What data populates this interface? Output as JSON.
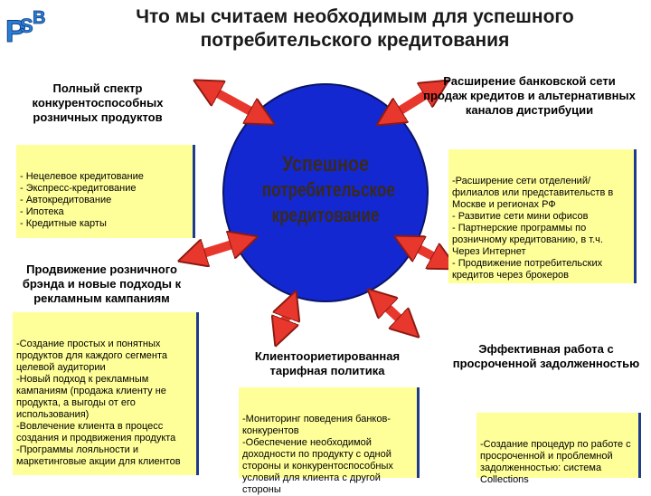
{
  "logo": {
    "text": "PSB"
  },
  "title": "Что мы считаем необходимым для успешного потребительского кредитования",
  "center": {
    "line1": "Успешное",
    "line2": "потребительское",
    "line3": "кредитование"
  },
  "blocks": {
    "products": {
      "heading": "Полный спектр конкурентоспособных розничных продуктов",
      "items": "- Нецелевое кредитование\n- Экспресс-кредитование\n- Автокредитование\n- Ипотека\n- Кредитные карты"
    },
    "network": {
      "heading": "Расширение банковской сети продаж кредитов и альтернативных каналов дистрибуции",
      "items": "-Расширение сети отделений/филиалов или представительств в Москве и регионах РФ\n- Развитие сети мини офисов\n- Партнерские программы по розничному кредитованию, в т.ч. Через Интернет\n- Продвижение потребительских кредитов через брокеров"
    },
    "brand": {
      "heading": "Продвижение розничного брэнда и новые подходы к рекламным кампаниям",
      "items": "-Создание простых и понятных продуктов для каждого сегмента целевой аудитории\n-Новый подход к рекламным кампаниям (продажа клиенту не продукта, а выгоды от его использования)\n-Вовлечение клиента в процесс создания и продвижения продукта\n-Программы лояльности и маркетинговые акции для клиентов"
    },
    "tariff": {
      "heading": "Клиентоориетированная тарифная политика",
      "items": "-Мониторинг поведения банков-конкурентов\n-Обеспечение необходимой доходности по продукту с одной стороны и конкурентоспособных условий для клиента с другой стороны"
    },
    "debt": {
      "heading": "Эффективная работа с просроченной задолженностью",
      "items": "-Создание процедур по работе с просроченной и проблемной задолженностью: система Collections"
    }
  },
  "colors": {
    "circle": "#1428d2",
    "arrow": "#e8372c",
    "box": "#ffff99",
    "bar": "#1e3c8c",
    "logo": "#2a7fd4"
  }
}
